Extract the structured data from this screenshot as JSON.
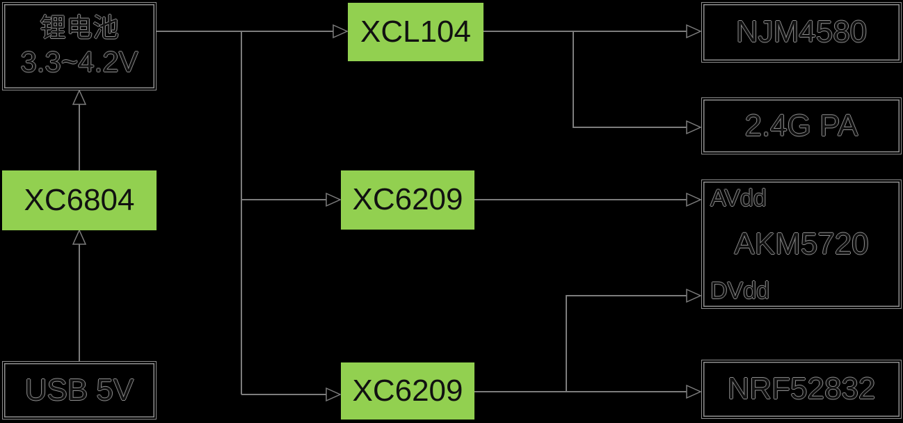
{
  "colors": {
    "background": "#000000",
    "regulator_fill": "#92d050",
    "regulator_text": "#111111",
    "wire": "#7d7d7d",
    "box_border": "#909090",
    "box_text": "#8f8f8f"
  },
  "nodes": {
    "battery": {
      "line1": "锂电池",
      "line2": "3.3~4.2V"
    },
    "charger": {
      "label": "XC6804"
    },
    "usb": {
      "label": "USB 5V"
    },
    "buck": {
      "label": "XCL104"
    },
    "ldo_audio": {
      "label": "XC6209"
    },
    "ldo_mcu": {
      "label": "XC6209"
    },
    "opamp": {
      "label": "NJM4580"
    },
    "pa": {
      "label": "2.4G PA"
    },
    "codec": {
      "label": "AKM5720",
      "pin_avdd": "AVdd",
      "pin_dvdd": "DVdd"
    },
    "mcu": {
      "label": "NRF52832"
    }
  },
  "edges": [
    {
      "from": "usb",
      "to": "charger"
    },
    {
      "from": "charger",
      "to": "battery"
    },
    {
      "from": "battery",
      "to": "buck"
    },
    {
      "from": "battery",
      "to": "ldo_audio"
    },
    {
      "from": "battery",
      "to": "ldo_mcu"
    },
    {
      "from": "buck",
      "to": "opamp"
    },
    {
      "from": "buck",
      "to": "pa"
    },
    {
      "from": "ldo_audio",
      "to": "codec.pin_avdd"
    },
    {
      "from": "ldo_mcu",
      "to": "mcu"
    },
    {
      "from": "ldo_mcu",
      "to": "codec.pin_dvdd"
    }
  ]
}
